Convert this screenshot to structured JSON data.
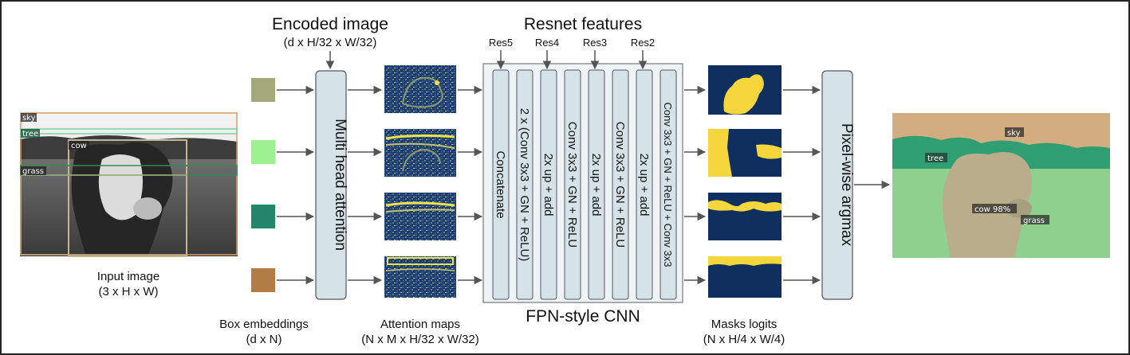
{
  "input": {
    "title": "Input image",
    "shape": "(3 x H x W)",
    "box_tags": [
      "sky",
      "tree",
      "cow",
      "grass"
    ],
    "box_colors": [
      "#d8a06a",
      "#7bd19e",
      "#c6b58e",
      "#2e8b57"
    ]
  },
  "encoded": {
    "title": "Encoded image",
    "shape": "(d x H/32 x W/32)"
  },
  "box_embeddings": {
    "title": "Box embeddings",
    "shape": "(d x N)",
    "colors": [
      "#a4a97a",
      "#9df08f",
      "#23866a",
      "#b27c46"
    ]
  },
  "attention": {
    "block_label": "Multi head attention",
    "maps_title": "Attention maps",
    "maps_shape": "(N x M x H/32 x W/32)",
    "map_colors": {
      "base": "#1e3b74",
      "highlight": "#f0e24a"
    }
  },
  "resnet": {
    "title": "Resnet features",
    "levels": [
      "Res5",
      "Res4",
      "Res3",
      "Res2"
    ]
  },
  "fpn": {
    "title": "FPN-style CNN",
    "layers": [
      "Concatenate",
      "2 x (Conv 3x3 + GN + ReLU)",
      "2x up + add",
      "Conv 3x3 + GN + ReLU",
      "2x up + add",
      "Conv 3x3 + GN + ReLU",
      "2x up + add",
      "Conv 3x3 + GN + ReLU + Conv 3x3"
    ]
  },
  "masks": {
    "title": "Masks logits",
    "shape": "(N x H/4 x W/4)",
    "colors": {
      "background": "#0f2f5e",
      "foreground": "#f5d63c"
    }
  },
  "argmax": {
    "label": "Pixel-wise argmax"
  },
  "output": {
    "tags": [
      "sky",
      "tree",
      "cow 98%",
      "grass"
    ],
    "colors": {
      "sky": "#d2ad7f",
      "tree": "#2f9e72",
      "grass": "#8fd08f",
      "cow": "#b9ad8b"
    }
  },
  "colors": {
    "block_fill": "#d5e2e8",
    "block_stroke": "#556",
    "arrow": "#555555",
    "border": "#222222"
  }
}
